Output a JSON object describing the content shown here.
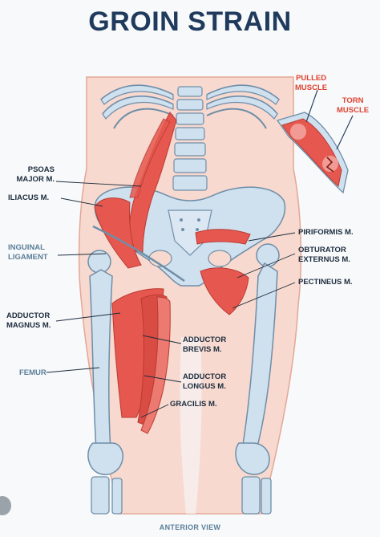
{
  "title": "GROIN STRAIN",
  "inset": {
    "pulled": "PULLED\nMUSCLE",
    "torn": "TORN\nMUSCLE"
  },
  "labels_left": {
    "psoas": "PSOAS\nMAJOR M.",
    "iliacus": "ILIACUS M.",
    "inguinal": "INGUINAL\nLIGAMENT",
    "adductor_magnus": "ADDUCTOR\nMAGNUS M.",
    "femur": "FEMUR"
  },
  "labels_right": {
    "piriformis": "PIRIFORMIS M.",
    "obturator": "OBTURATOR\nEXTERNUS M.",
    "pectineus": "PECTINEUS M."
  },
  "labels_center": {
    "adductor_brevis": "ADDUCTOR\nBREVIS M.",
    "adductor_longus": "ADDUCTOR\nLONGUS M.",
    "gracilis": "GRACILIS M."
  },
  "footer": "ANTERIOR VIEW",
  "colors": {
    "title": "#1f3a5c",
    "bone": "#cfe0ee",
    "bone_outline": "#6f8ea8",
    "muscle": "#e6584f",
    "muscle_dark": "#b93a33",
    "skin": "#f7d9cf",
    "skin_outline": "#e3a796",
    "accent_red": "#e0412f"
  }
}
